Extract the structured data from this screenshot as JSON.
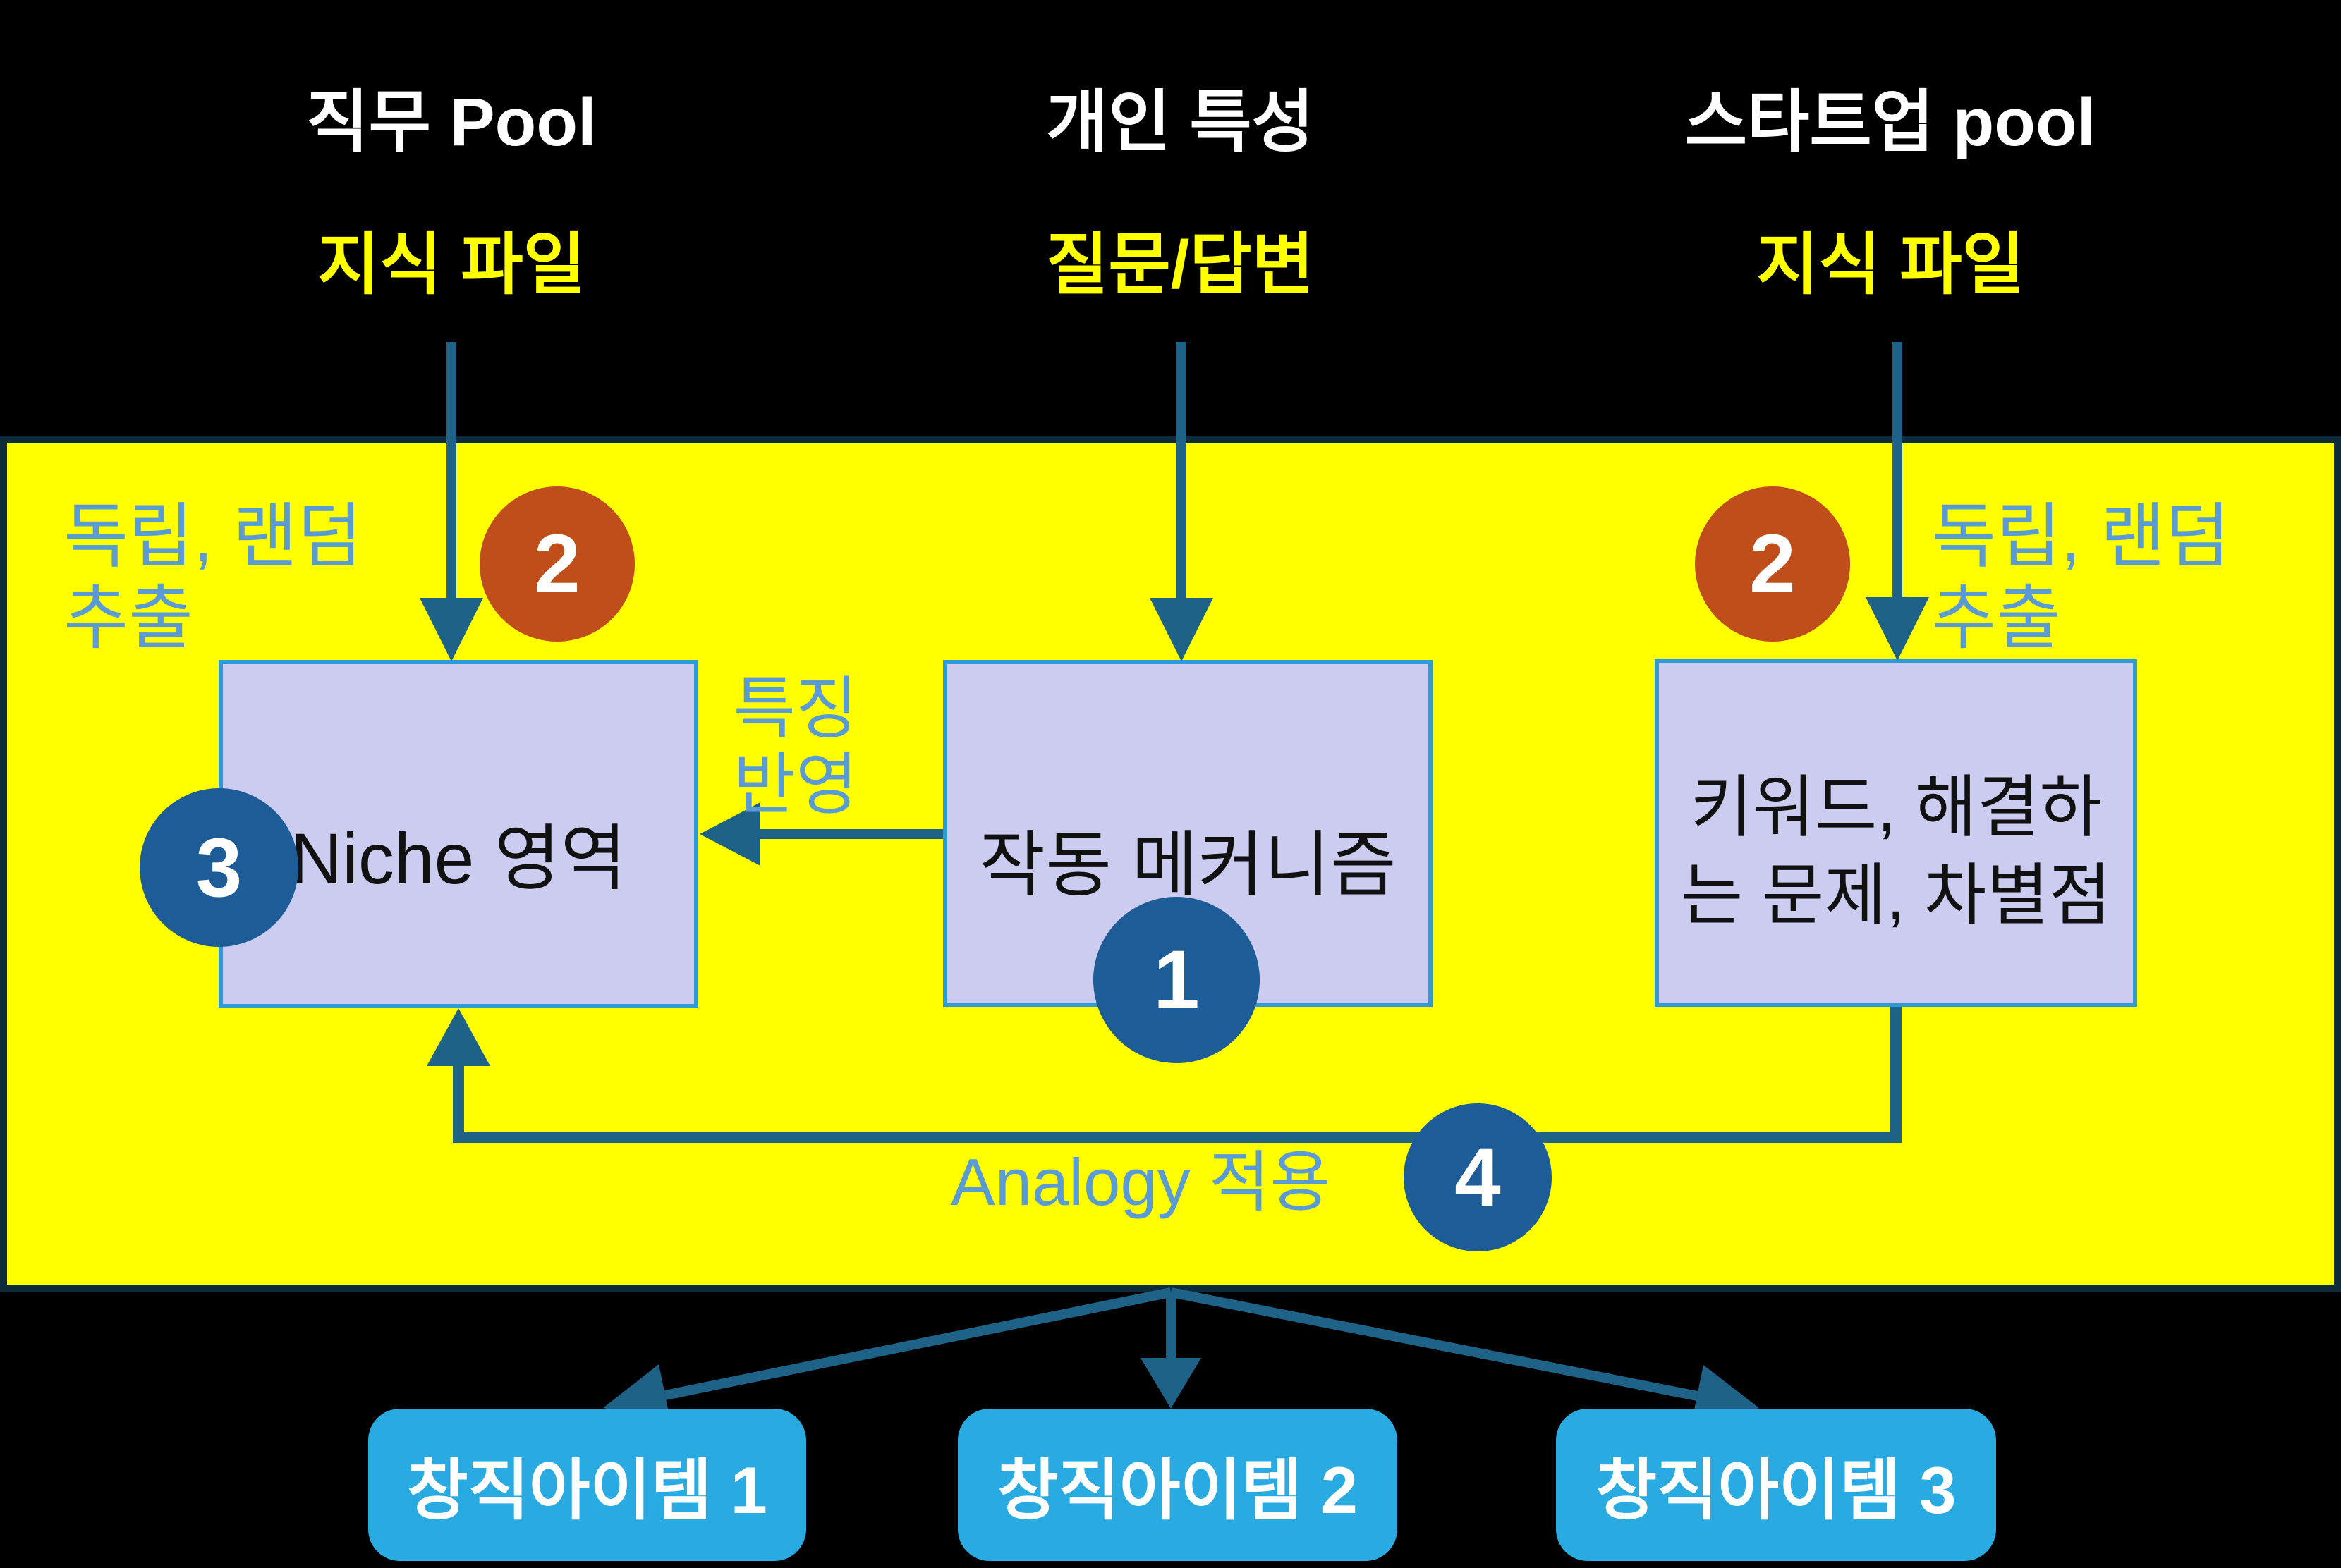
{
  "columns": [
    {
      "title": "직무 Pool",
      "subtitle": "지식 파일"
    },
    {
      "title": "개인 특성",
      "subtitle": "질문/답변"
    },
    {
      "title": "스타트업 pool",
      "subtitle": "지식 파일"
    }
  ],
  "steps": {
    "mechanism": "1",
    "extract": "2",
    "niche": "3",
    "analogy": "4"
  },
  "notes": {
    "extract_line1": "독립, 랜덤",
    "extract_line2": "추출",
    "feature_line1": "특징",
    "feature_line2": "반영",
    "analogy": "Analogy 적용"
  },
  "boxes": {
    "niche": "Niche 영역",
    "mechanism": "작동 메커니즘",
    "startup_line1": "키워드, 해결하",
    "startup_line2": "는 문제, 차별점"
  },
  "outputs": [
    {
      "label": "창직아이템 1"
    },
    {
      "label": "창직아이템 2"
    },
    {
      "label": "창직아이템 3"
    }
  ],
  "colors": {
    "background": "#000000",
    "panel": "#FFFF00",
    "panel_border": "#0D2B3A",
    "box_fill": "#CBCCEF",
    "box_border": "#2E9BD8",
    "arrow": "#1F6287",
    "step_blue": "#1D5C96",
    "step_orange": "#BF4E1B",
    "note_text": "#5B9BD5",
    "output_fill": "#29ABE2",
    "title_text": "#FFFFFF",
    "subtitle_text": "#FFFF00"
  }
}
